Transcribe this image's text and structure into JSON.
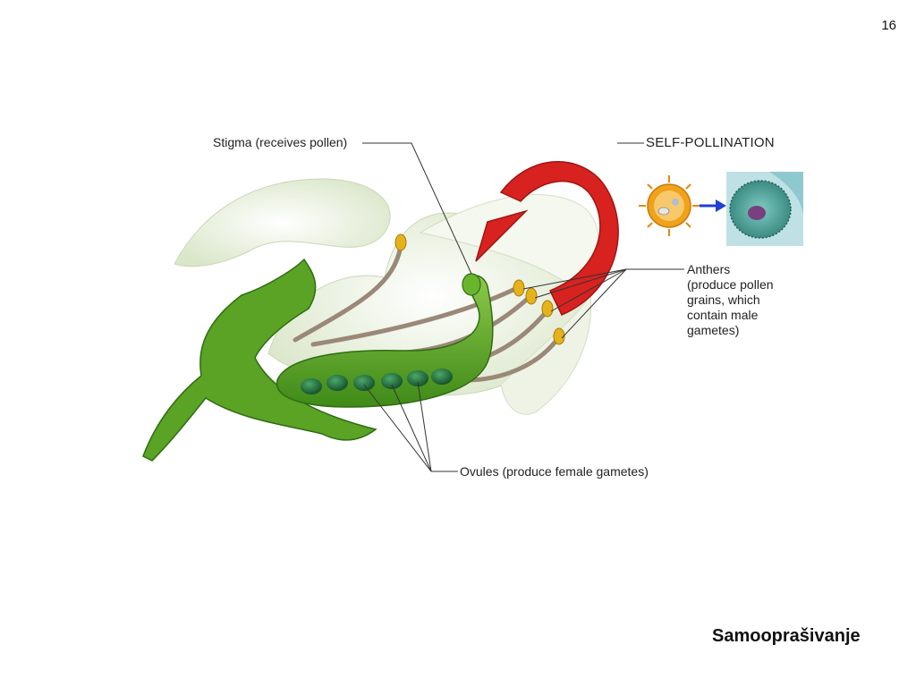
{
  "slide": {
    "page_number": "16",
    "title": "Samooprašivanje"
  },
  "labels": {
    "stigma": "Stigma (receives pollen)",
    "self_pollination": "SELF-POLLINATION",
    "anthers_lines": [
      "Anthers",
      "(produce pollen",
      "grains, which",
      "contain male",
      "gametes)"
    ],
    "ovules": "Ovules (produce female gametes)"
  },
  "colors": {
    "petal": "#eef3e6",
    "green": "#4f9a1f",
    "dark_green": "#2f6d12",
    "ovule": "#1f6b3a",
    "filament": "#9a8878",
    "anther": "#e5b21c",
    "arrow_red": "#d8221f",
    "pollen": "#f0a21a",
    "cell_teal": "#4fa59b",
    "blue_arrow": "#1f3fd6"
  }
}
